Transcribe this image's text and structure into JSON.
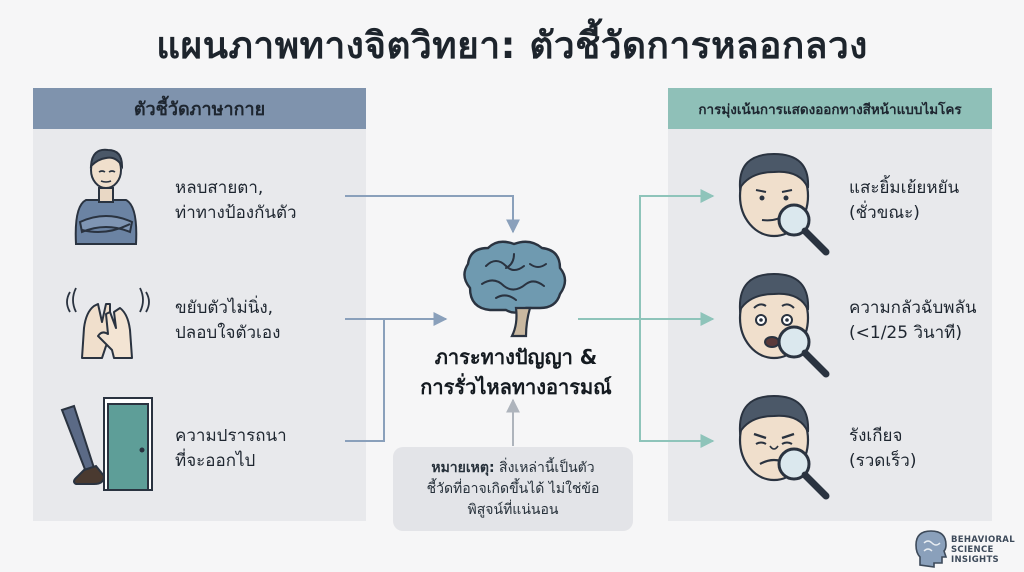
{
  "title": "แผนภาพทางจิตวิทยา: ตัวชี้วัดการหลอกลวง",
  "left_panel": {
    "header": "ตัวชี้วัดภาษากาย",
    "items": [
      {
        "line1": "หลบสายตา,",
        "line2": "ท่าทางป้องกันตัว",
        "icon": "crossed-arms-person-icon"
      },
      {
        "line1": "ขยับตัวไม่นิ่ง,",
        "line2": "ปลอบใจตัวเอง",
        "icon": "fidgeting-hands-icon"
      },
      {
        "line1": "ความปรารถนา",
        "line2": "ที่จะออกไป",
        "icon": "door-exit-icon"
      }
    ]
  },
  "center": {
    "line1": "ภาระทางปัญญา &",
    "line2": "การรั่วไหลทางอารมณ์",
    "icon": "brain-icon"
  },
  "note": {
    "label": "หมายเหตุ:",
    "text1": " สิ่งเหล่านี้เป็นตัว",
    "text2": "ชี้วัดที่อาจเกิดขึ้นได้ ไม่ใช่ข้อ",
    "text3": "พิสูจน์ที่แน่นอน"
  },
  "right_panel": {
    "header": "การมุ่งเน้นการแสดงออกทางสีหน้าแบบไมโคร",
    "items": [
      {
        "line1": "แสะยิ้มเย้ยหยัน",
        "line2": "(ชั่วขณะ)",
        "icon": "smirk-face-magnifier-icon"
      },
      {
        "line1": "ความกลัวฉับพลัน",
        "line2": "(<1/25 วินาที)",
        "icon": "fear-face-magnifier-icon"
      },
      {
        "line1": "รังเกียจ",
        "line2": "(รวดเร็ว)",
        "icon": "disgust-face-magnifier-icon"
      }
    ]
  },
  "logo": {
    "line1": "BEHAVIORAL",
    "line2": "SCIENCE",
    "line3": "INSIGHTS"
  },
  "colors": {
    "left_header": "#7f93ad",
    "right_header": "#8fc0b8",
    "left_arrow": "#8aa0bb",
    "right_arrow": "#8ec4ba",
    "brain": "#6f9ab0"
  }
}
